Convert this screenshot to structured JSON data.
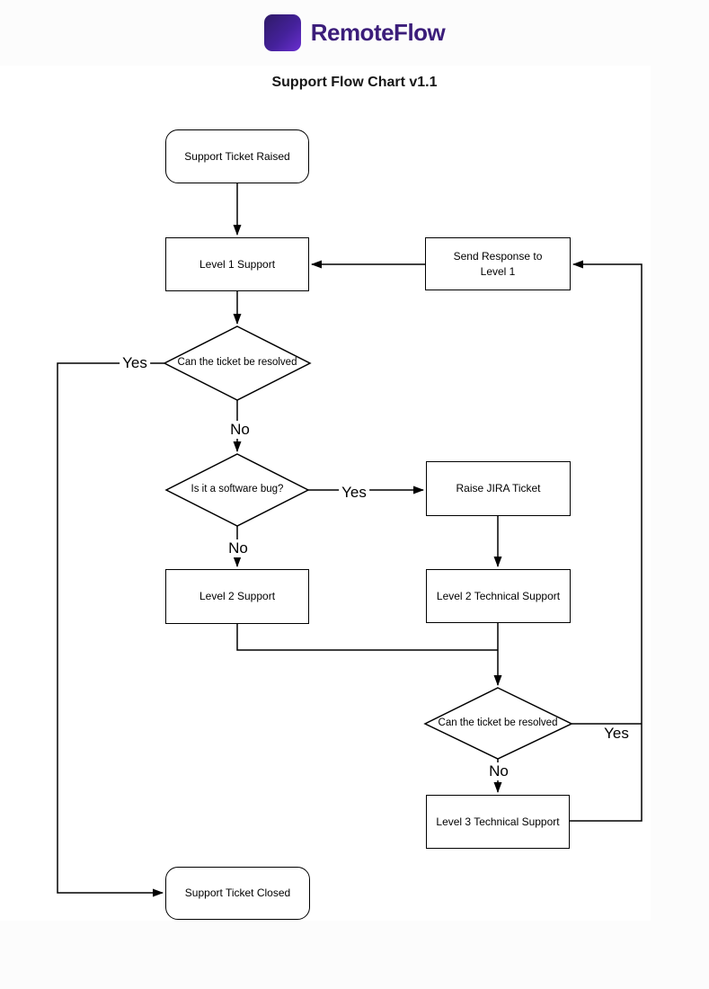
{
  "header": {
    "brand": "RemoteFlow",
    "title": "Support Flow Chart v1.1"
  },
  "nodes": {
    "support_ticket_raised": {
      "label": "Support Ticket Raised",
      "shape": "terminator"
    },
    "level_1_support": {
      "label": "Level 1 Support",
      "shape": "process"
    },
    "send_response_to_level_1": {
      "label": "Send Response to Level 1",
      "shape": "process"
    },
    "decision_ticket_resolved_1": {
      "label": "Can the ticket be resolved",
      "shape": "decision"
    },
    "decision_software_bug": {
      "label": "Is it a software bug?",
      "shape": "decision"
    },
    "raise_jira_ticket": {
      "label": "Raise JIRA Ticket",
      "shape": "process"
    },
    "level_2_support": {
      "label": "Level 2 Support",
      "shape": "process"
    },
    "level_2_technical_support": {
      "label": "Level 2 Technical Support",
      "shape": "process"
    },
    "decision_ticket_resolved_2": {
      "label": "Can the ticket be resolved",
      "shape": "decision"
    },
    "level_3_technical_support": {
      "label": "Level 3 Technical Support",
      "shape": "process"
    },
    "support_ticket_closed": {
      "label": "Support Ticket Closed",
      "shape": "terminator"
    }
  },
  "edge_labels": {
    "decision1_yes": "Yes",
    "decision1_no": "No",
    "decision2_yes": "Yes",
    "decision2_no": "No",
    "decision3_yes": "Yes",
    "decision3_no": "No"
  },
  "colors": {
    "brand_text": "#3b1d7a",
    "logo_gradient_start": "#2e1a66",
    "logo_gradient_end": "#6a2fd0",
    "logo_glyph_start": "#4aa8e8",
    "logo_glyph_end": "#43e8c8",
    "line": "#000000"
  }
}
